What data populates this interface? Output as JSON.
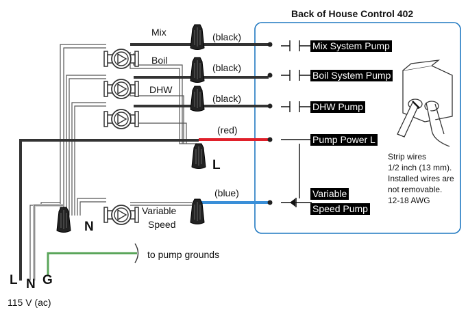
{
  "title": "Back of House Control 402",
  "circuits": [
    {
      "name": "Mix",
      "wire_color": "(black)",
      "terminal_label": "Mix System Pump"
    },
    {
      "name": "Boil",
      "wire_color": "(black)",
      "terminal_label": "Boil System Pump"
    },
    {
      "name": "DHW",
      "wire_color": "(black)",
      "terminal_label": "DHW Pump"
    }
  ],
  "pump_power": {
    "wire_color": "(red)",
    "terminal_label": "Pump Power L"
  },
  "variable_speed": {
    "wire_color": "(blue)",
    "terminal_label_line1": "Variable",
    "terminal_label_line2": "Speed Pump",
    "pump_label_line1": "Variable",
    "pump_label_line2": "Speed"
  },
  "nut_labels": {
    "live": "L",
    "neutral": "N"
  },
  "ground_text": "to pump grounds",
  "supply": {
    "L": "L",
    "N": "N",
    "G": "G",
    "voltage": "115 V (ac)"
  },
  "strip_note": [
    "Strip wires",
    "1/2 inch (13 mm).",
    "Installed wires are",
    "not removable.",
    "12-18 AWG"
  ],
  "colors": {
    "border": "#1f78c1",
    "red_wire": "#e0202a",
    "blue_wire": "#3a8fd8",
    "green_wire": "#5aa55a",
    "black_wire": "#333333"
  }
}
